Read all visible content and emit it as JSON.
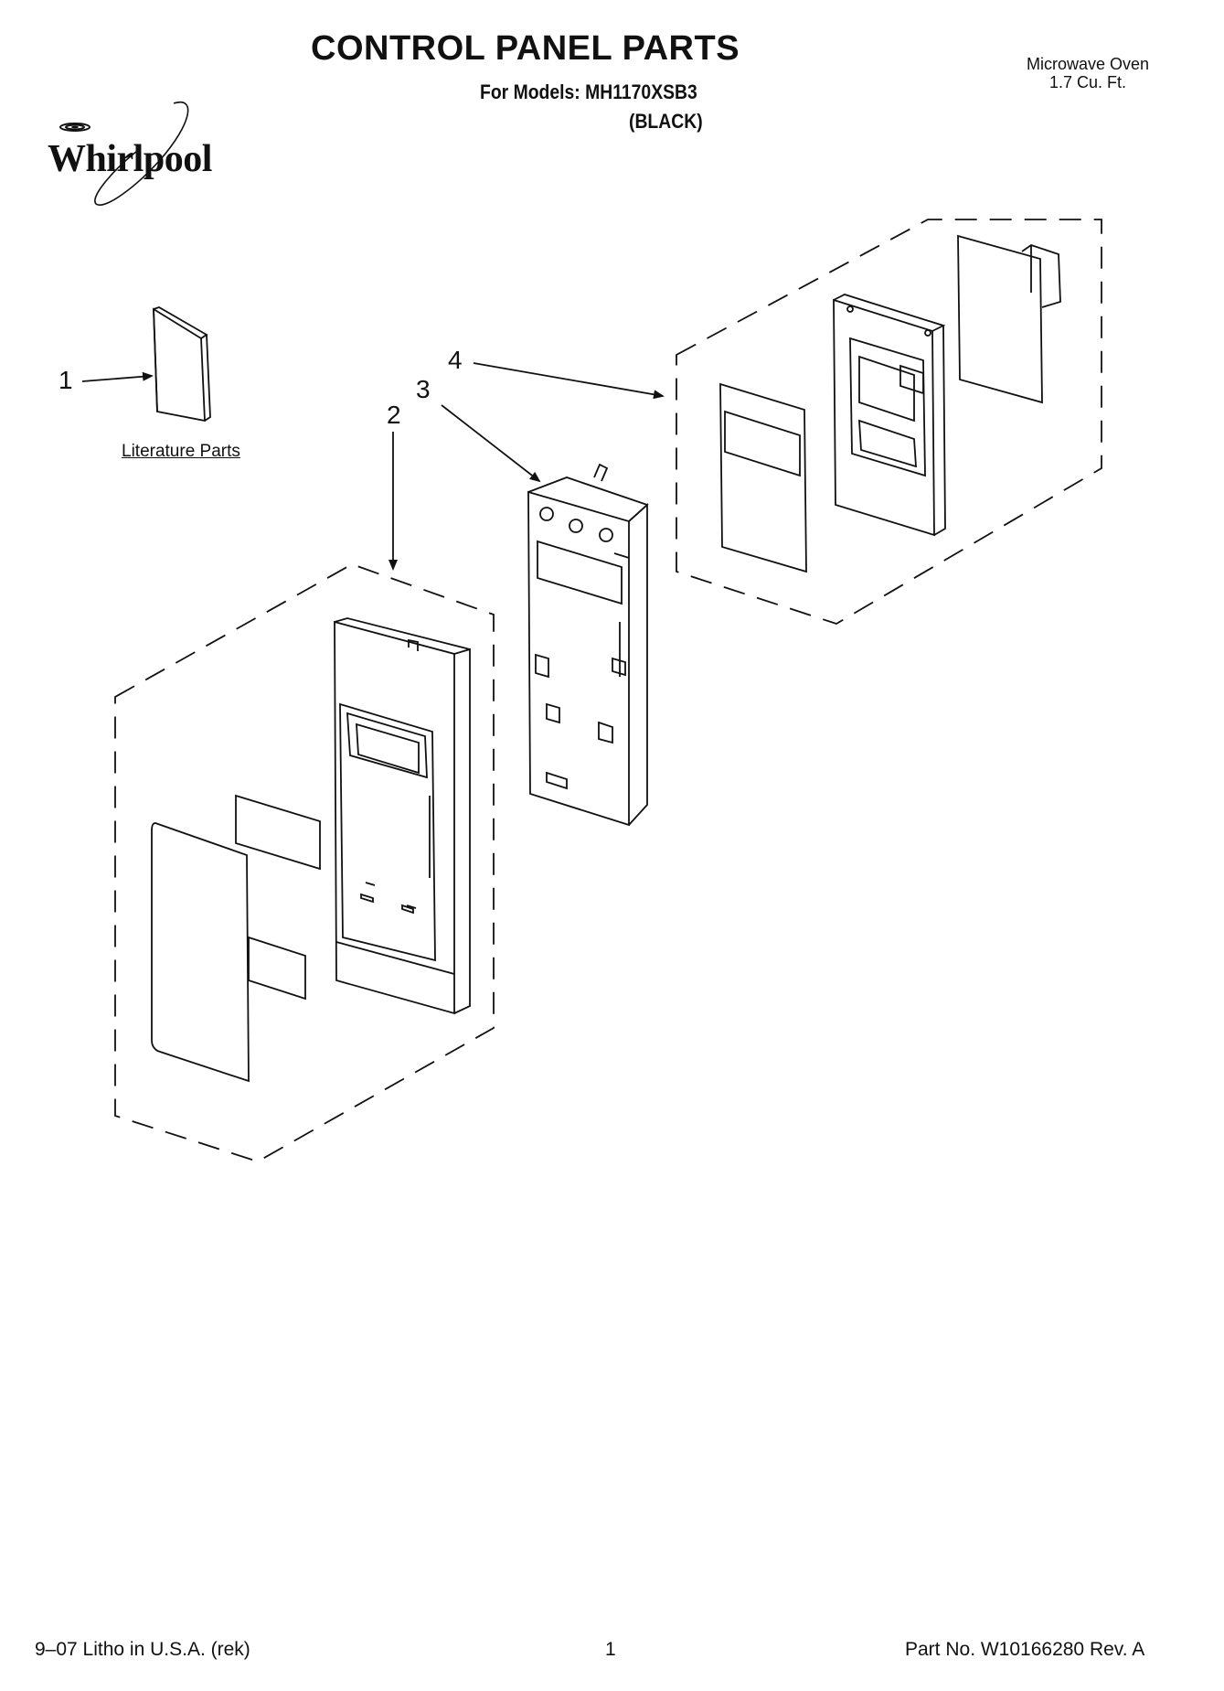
{
  "header": {
    "title": "CONTROL PANEL PARTS",
    "subtitle": "For Models: MH1170XSB3",
    "color_variant": "(BLACK)",
    "product": "Microwave Oven",
    "capacity": "1.7 Cu. Ft."
  },
  "brand": {
    "logo_text": "Whirlpool"
  },
  "callouts": [
    "1",
    "2",
    "3",
    "4"
  ],
  "literature_label": "Literature Parts",
  "footer": {
    "print_info": "9–07 Litho in U.S.A. (rek)",
    "page_number": "1",
    "part_number": "Part No. W10166280 Rev. A"
  }
}
